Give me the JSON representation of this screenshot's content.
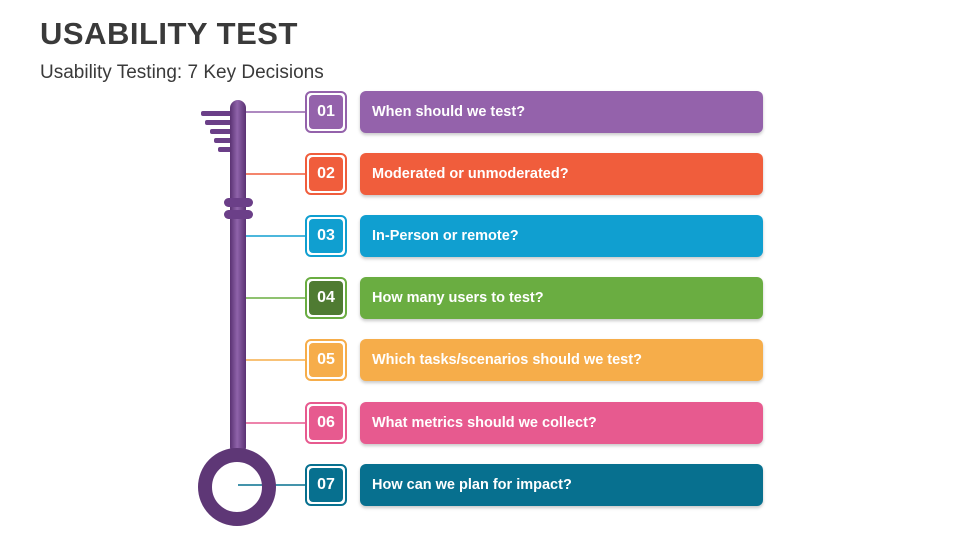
{
  "title": "USABILITY TEST",
  "subtitle": "Usability Testing: 7 Key Decisions",
  "key_color": "#6b3f88",
  "steps": [
    {
      "number": "01",
      "text": "When should we test?",
      "color": "#9462ab"
    },
    {
      "number": "02",
      "text": "Moderated or unmoderated?",
      "color": "#f05d3c"
    },
    {
      "number": "03",
      "text": "In-Person or remote?",
      "color": "#109fd0"
    },
    {
      "number": "04",
      "text": "How many users to test?",
      "color": "#6aad41"
    },
    {
      "number": "05",
      "text": "Which tasks/scenarios should we test?",
      "color": "#f6ad4a"
    },
    {
      "number": "06",
      "text": "What metrics should we collect?",
      "color": "#e75a8f"
    },
    {
      "number": "07",
      "text": "How can we plan for impact?",
      "color": "#07708f"
    }
  ],
  "number_box_fills": [
    "#9462ab",
    "#f05d3c",
    "#109fd0",
    "#4f7b32",
    "#f6ad4a",
    "#e75a8f",
    "#07708f"
  ]
}
